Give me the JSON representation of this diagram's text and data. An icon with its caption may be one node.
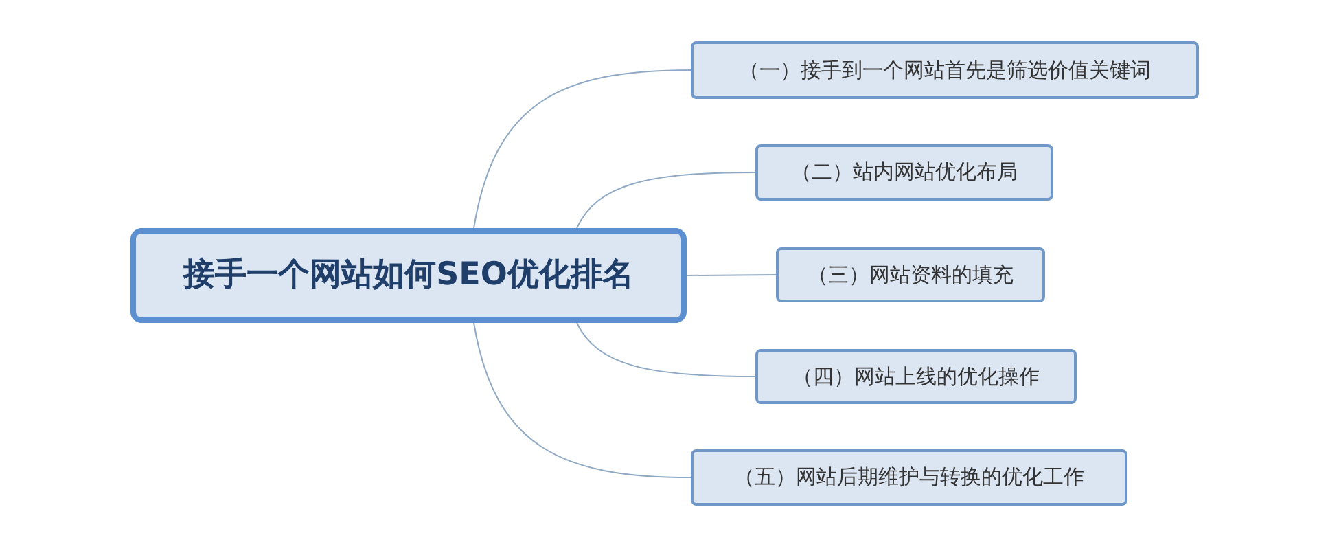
{
  "diagram": {
    "nodes": [
      {
        "text": [
          "接手一个网站如何SEO优化排名"
        ]
      },
      {
        "text": [
          "（一）接手到一个网站首先是筛选价值关键词"
        ]
      },
      {
        "text": [
          "（二）站内网站优化布局"
        ]
      },
      {
        "text": [
          "（三）网站资料的填充"
        ]
      },
      {
        "text": [
          "（四）网站上线的优化操作"
        ]
      },
      {
        "text": [
          "（五）网站后期维护与转换的优化工作"
        ]
      }
    ],
    "edges": [
      {
        "from": 0,
        "to": 1,
        "arrow": "none"
      },
      {
        "from": 0,
        "to": 2,
        "arrow": "none"
      },
      {
        "from": 0,
        "to": 3,
        "arrow": "none"
      },
      {
        "from": 0,
        "to": 4,
        "arrow": "none"
      },
      {
        "from": 0,
        "to": 5,
        "arrow": "none"
      }
    ]
  }
}
